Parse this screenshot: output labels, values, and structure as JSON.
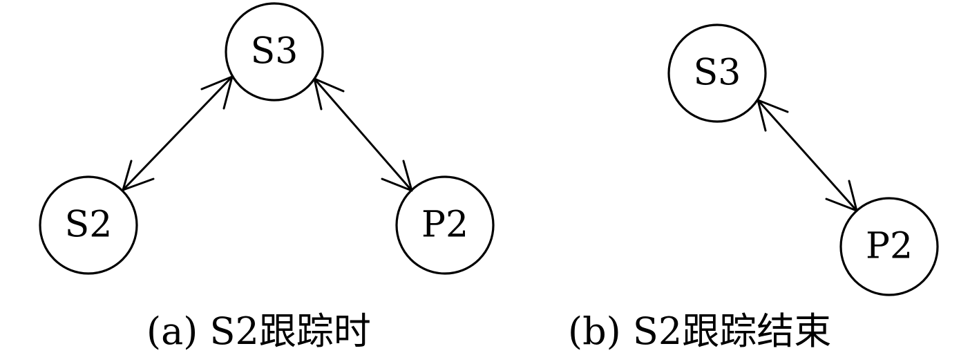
{
  "panel_a": {
    "nodes": {
      "s3": "S3",
      "s2": "S2",
      "p2": "P2"
    },
    "caption": "(a) S2跟踪时"
  },
  "panel_b": {
    "nodes": {
      "s3": "S3",
      "p2": "P2"
    },
    "caption": "(b) S2跟踪结束"
  }
}
